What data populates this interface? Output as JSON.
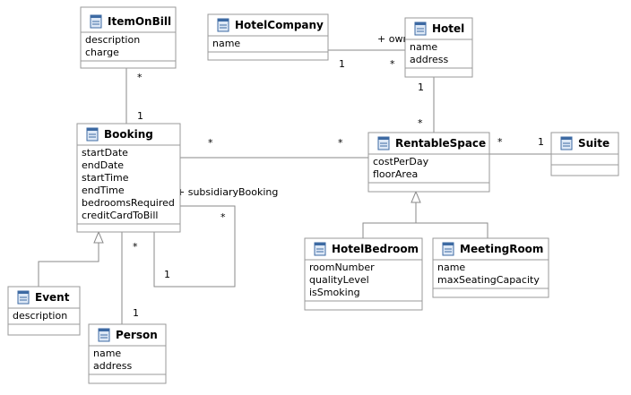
{
  "classes": {
    "item_on_bill": {
      "name": "ItemOnBill",
      "attributes": [
        "description",
        "charge"
      ]
    },
    "hotel_company": {
      "name": "HotelCompany",
      "attributes": [
        "name"
      ]
    },
    "hotel": {
      "name": "Hotel",
      "attributes": [
        "name",
        "address"
      ]
    },
    "booking": {
      "name": "Booking",
      "attributes": [
        "startDate",
        "endDate",
        "startTime",
        "endTime",
        "bedroomsRequired",
        "creditCardToBill"
      ]
    },
    "rentable_space": {
      "name": "RentableSpace",
      "attributes": [
        "costPerDay",
        "floorArea"
      ]
    },
    "suite": {
      "name": "Suite",
      "attributes": []
    },
    "hotel_bedroom": {
      "name": "HotelBedroom",
      "attributes": [
        "roomNumber",
        "qualityLevel",
        "isSmoking"
      ]
    },
    "meeting_room": {
      "name": "MeetingRoom",
      "attributes": [
        "name",
        "maxSeatingCapacity"
      ]
    },
    "event": {
      "name": "Event",
      "attributes": [
        "description"
      ]
    },
    "person": {
      "name": "Person",
      "attributes": [
        "name",
        "address"
      ]
    }
  },
  "associations": {
    "company_hotel": {
      "role": "+ owns",
      "company_end": "1",
      "hotel_end": "*"
    },
    "hotel_space": {
      "hotel_end": "1",
      "space_end": "*"
    },
    "bill_booking": {
      "bill_end": "*",
      "booking_end": "1"
    },
    "booking_space": {
      "booking_end": "*",
      "space_end": "*"
    },
    "space_suite": {
      "space_end": "*",
      "suite_end": "1"
    },
    "booking_self": {
      "role": "+ subsidiaryBooking",
      "upper_end": "*",
      "lower_end": "1"
    },
    "booking_person": {
      "booking_end": "*",
      "person_end": "1"
    }
  }
}
